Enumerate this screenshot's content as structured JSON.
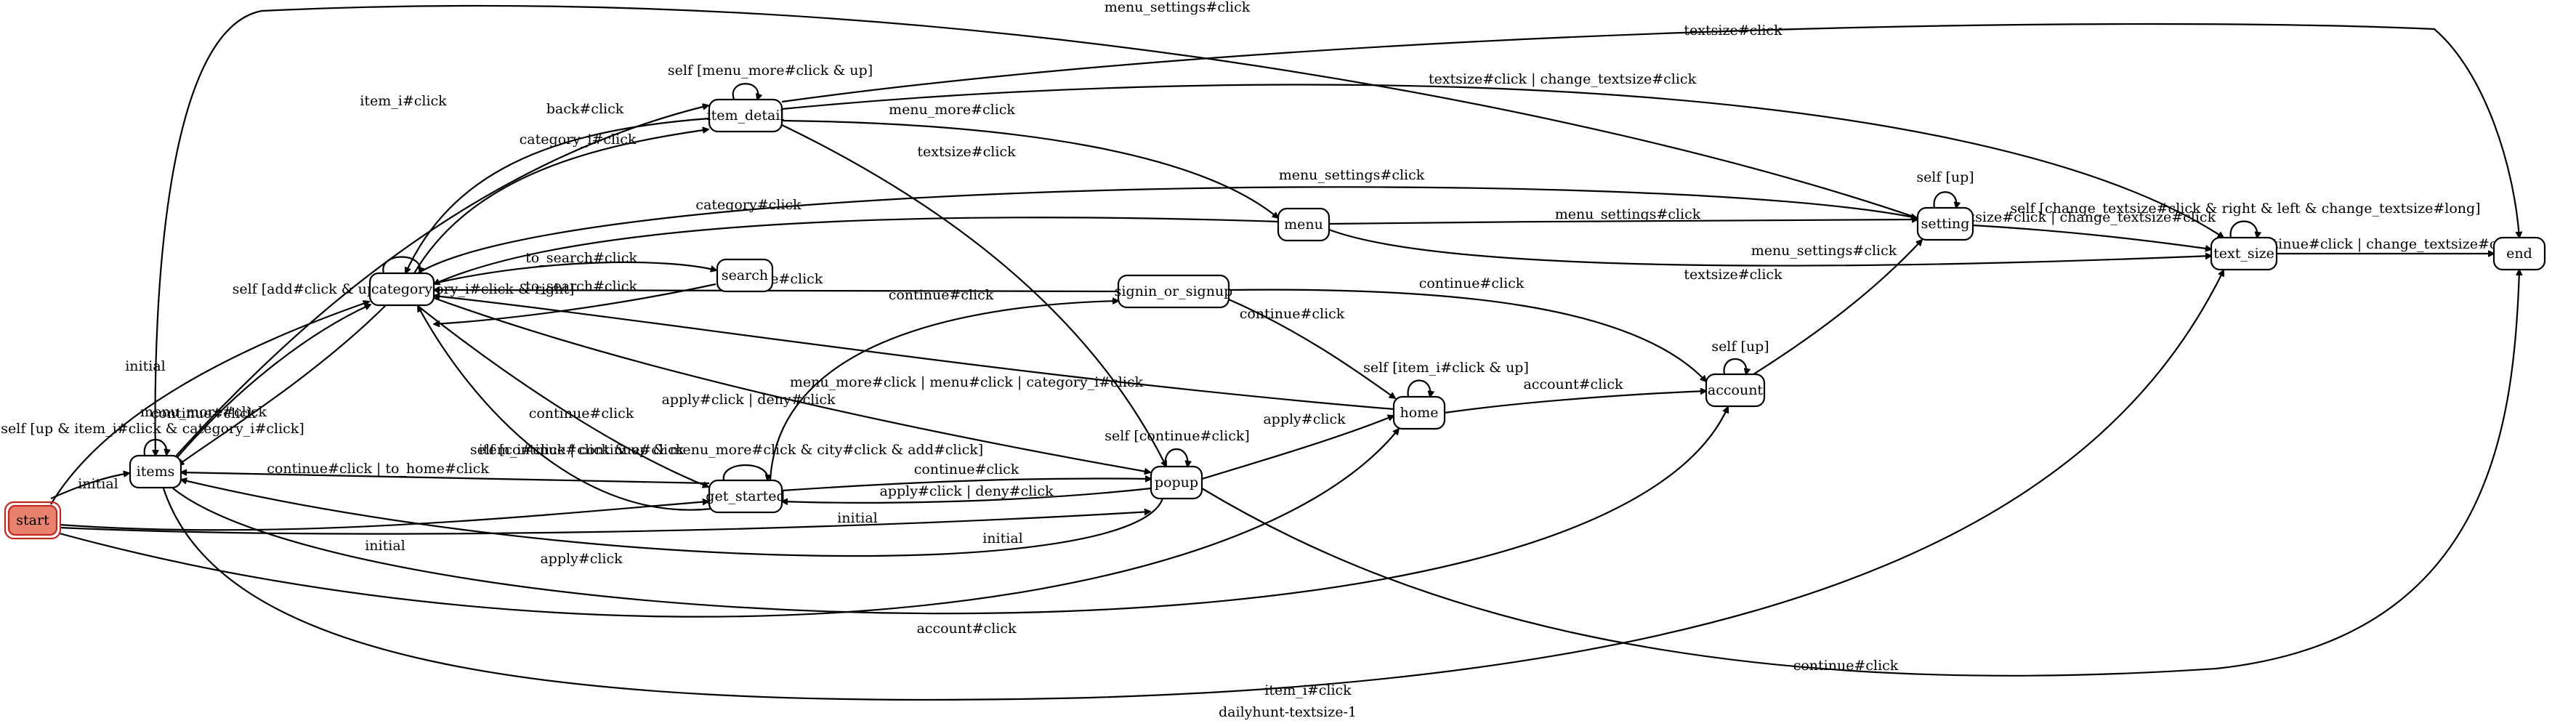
{
  "diagram": {
    "title": "dailyhunt-textsize-1",
    "nodes": [
      {
        "id": "start",
        "label": "start"
      },
      {
        "id": "items",
        "label": "items"
      },
      {
        "id": "category",
        "label": "category"
      },
      {
        "id": "item_detail",
        "label": "item_detail"
      },
      {
        "id": "search",
        "label": "search"
      },
      {
        "id": "get_started",
        "label": "get_started"
      },
      {
        "id": "signin_or_signup",
        "label": "signin_or_signup"
      },
      {
        "id": "popup",
        "label": "popup"
      },
      {
        "id": "menu",
        "label": "menu"
      },
      {
        "id": "home",
        "label": "home"
      },
      {
        "id": "account",
        "label": "account"
      },
      {
        "id": "setting",
        "label": "setting"
      },
      {
        "id": "text_size",
        "label": "text_size"
      },
      {
        "id": "end",
        "label": "end"
      }
    ],
    "edges": [
      {
        "from": "start",
        "to": "items",
        "label": "initial"
      },
      {
        "from": "start",
        "to": "category",
        "label": "initial"
      },
      {
        "from": "start",
        "to": "get_started",
        "label": "initial"
      },
      {
        "from": "start",
        "to": "popup",
        "label": "initial"
      },
      {
        "from": "start",
        "to": "home",
        "label": "initial"
      },
      {
        "from": "items",
        "to": "items",
        "label": "self [up & item_i#click & category_i#click]"
      },
      {
        "from": "items",
        "to": "category",
        "label": "menu_more#click"
      },
      {
        "from": "items",
        "to": "item_detail",
        "label": "item_i#click"
      },
      {
        "from": "items",
        "to": "account",
        "label": "account#click"
      },
      {
        "from": "items",
        "to": "text_size",
        "label": "item_i#click"
      },
      {
        "from": "category",
        "to": "items",
        "label": "continue#click"
      },
      {
        "from": "category",
        "to": "category",
        "label": "self [add#click & up & category_i#click & right]"
      },
      {
        "from": "category",
        "to": "item_detail",
        "label": "category_i#click"
      },
      {
        "from": "category",
        "to": "search",
        "label": "to_search#click"
      },
      {
        "from": "category",
        "to": "get_started",
        "label": "continue#click"
      },
      {
        "from": "category",
        "to": "popup",
        "label": "apply#click | deny#click"
      },
      {
        "from": "category",
        "to": "setting",
        "label": "menu_settings#click"
      },
      {
        "from": "item_detail",
        "to": "item_detail",
        "label": "self [menu_more#click & up]"
      },
      {
        "from": "item_detail",
        "to": "category",
        "label": "back#click"
      },
      {
        "from": "item_detail",
        "to": "menu",
        "label": "menu_more#click"
      },
      {
        "from": "item_detail",
        "to": "popup",
        "label": "textsize#click"
      },
      {
        "from": "item_detail",
        "to": "text_size",
        "label": "textsize#click | change_textsize#click"
      },
      {
        "from": "item_detail",
        "to": "end",
        "label": "textsize#click"
      },
      {
        "from": "search",
        "to": "category",
        "label": "to_search#click"
      },
      {
        "from": "get_started",
        "to": "get_started",
        "label": "self [continue#click & up & menu_more#click & city#click & add#click]"
      },
      {
        "from": "get_started",
        "to": "items",
        "label": "continue#click | to_home#click"
      },
      {
        "from": "get_started",
        "to": "category",
        "label": "item_i#click | continue#click"
      },
      {
        "from": "get_started",
        "to": "signin_or_signup",
        "label": "continue#click"
      },
      {
        "from": "get_started",
        "to": "popup",
        "label": "continue#click"
      },
      {
        "from": "popup",
        "to": "popup",
        "label": "self [continue#click]"
      },
      {
        "from": "popup",
        "to": "get_started",
        "label": "apply#click | deny#click"
      },
      {
        "from": "popup",
        "to": "items",
        "label": "apply#click"
      },
      {
        "from": "popup",
        "to": "home",
        "label": "apply#click"
      },
      {
        "from": "popup",
        "to": "end",
        "label": "continue#click"
      },
      {
        "from": "signin_or_signup",
        "to": "category",
        "label": "continue#click"
      },
      {
        "from": "signin_or_signup",
        "to": "home",
        "label": "continue#click"
      },
      {
        "from": "signin_or_signup",
        "to": "account",
        "label": "continue#click"
      },
      {
        "from": "menu",
        "to": "category",
        "label": "category#click"
      },
      {
        "from": "menu",
        "to": "setting",
        "label": "menu_settings#click"
      },
      {
        "from": "menu",
        "to": "text_size",
        "label": "textsize#click"
      },
      {
        "from": "home",
        "to": "home",
        "label": "self [item_i#click & up]"
      },
      {
        "from": "home",
        "to": "category",
        "label": "menu_more#click | menu#click | category_i#click"
      },
      {
        "from": "home",
        "to": "account",
        "label": "account#click"
      },
      {
        "from": "account",
        "to": "account",
        "label": "self [up]"
      },
      {
        "from": "account",
        "to": "setting",
        "label": "menu_settings#click"
      },
      {
        "from": "setting",
        "to": "setting",
        "label": "self [up]"
      },
      {
        "from": "setting",
        "to": "items",
        "label": "menu_settings#click"
      },
      {
        "from": "setting",
        "to": "text_size",
        "label": "textsize#click | change_textsize#click"
      },
      {
        "from": "text_size",
        "to": "text_size",
        "label": "self [change_textsize#click & right & left & change_textsize#long]"
      },
      {
        "from": "text_size",
        "to": "end",
        "label": "continue#click | change_textsize#click"
      }
    ]
  },
  "colors": {
    "start_fill": "#e8826e",
    "start_stroke": "#c0281e",
    "node_stroke": "#000000",
    "edge": "#000000"
  }
}
